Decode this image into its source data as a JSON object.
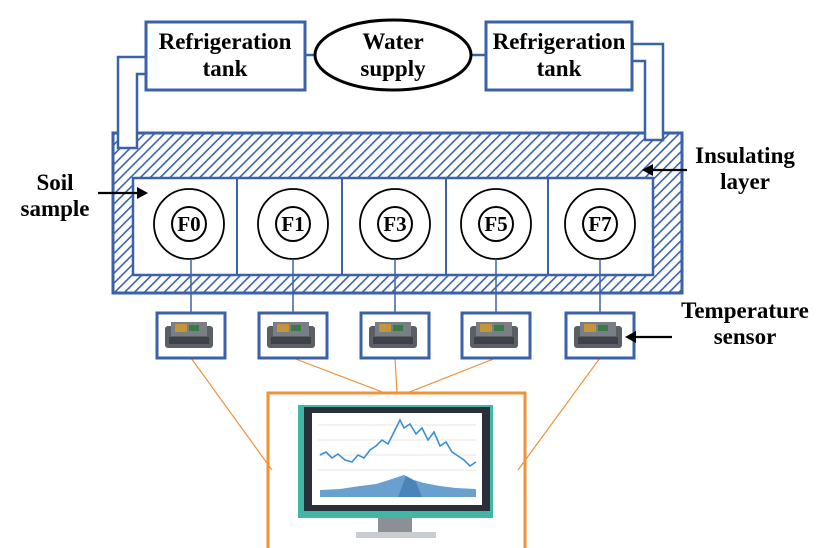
{
  "top": {
    "left_tank_line1": "Refrigeration",
    "left_tank_line2": "tank",
    "water_line1": "Water",
    "water_line2": "supply",
    "right_tank_line1": "Refrigeration",
    "right_tank_line2": "tank"
  },
  "labels": {
    "soil_line1": "Soil",
    "soil_line2": "sample",
    "insulating_line1": "Insulating",
    "insulating_line2": "layer",
    "temperature_line1": "Temperature",
    "temperature_line2": "sensor"
  },
  "samples": [
    "F0",
    "F1",
    "F3",
    "F5",
    "F7"
  ],
  "colors": {
    "box_stroke": "#3b62a8",
    "hatch": "#3b62a8",
    "wire_orange": "#f0923a",
    "monitor_teal": "#3fb8a6",
    "screen_dark": "#2a2f3a"
  }
}
